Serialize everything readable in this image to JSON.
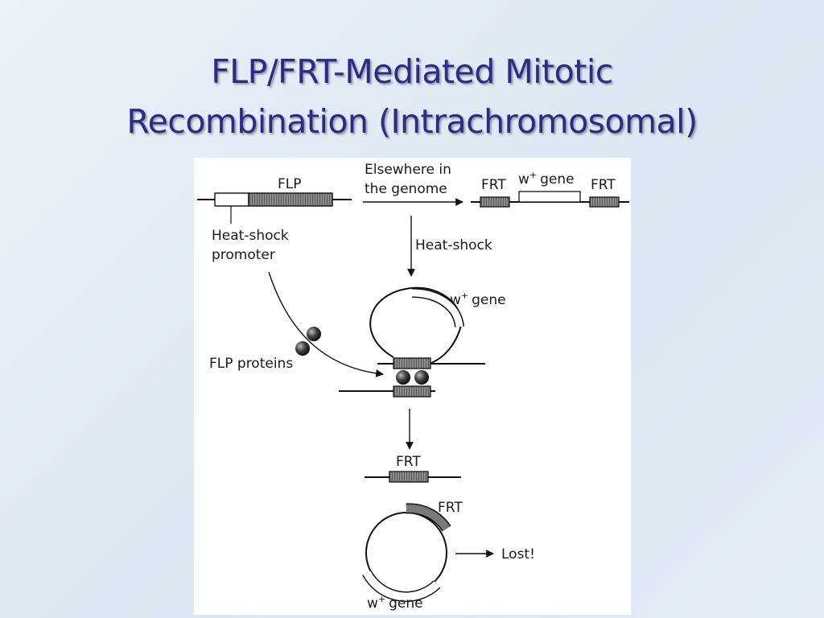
{
  "slide": {
    "title_line1": "FLP/FRT-Mediated Mitotic",
    "title_line2": "Recombination (Intrachromosomal)"
  },
  "diagram": {
    "flp_label": "FLP",
    "heat_shock_promoter_line1": "Heat-shock",
    "heat_shock_promoter_line2": "promoter",
    "elsewhere_line1": "Elsewhere in",
    "elsewhere_line2": "the genome",
    "frt_left": "FRT",
    "frt_right": "FRT",
    "w_gene_top": "w",
    "gene_word": "gene",
    "sup_plus": "+",
    "heat_shock_step": "Heat-shock",
    "w_gene_loop": "w",
    "flp_proteins": "FLP proteins",
    "frt_product": "FRT",
    "frt_circle": "FRT",
    "lost": "Lost!",
    "w_gene_circle": "w"
  },
  "colors": {
    "title": "#2b2b86",
    "frt_box": "#7a7a7a",
    "protein": "#3a3a3a"
  }
}
